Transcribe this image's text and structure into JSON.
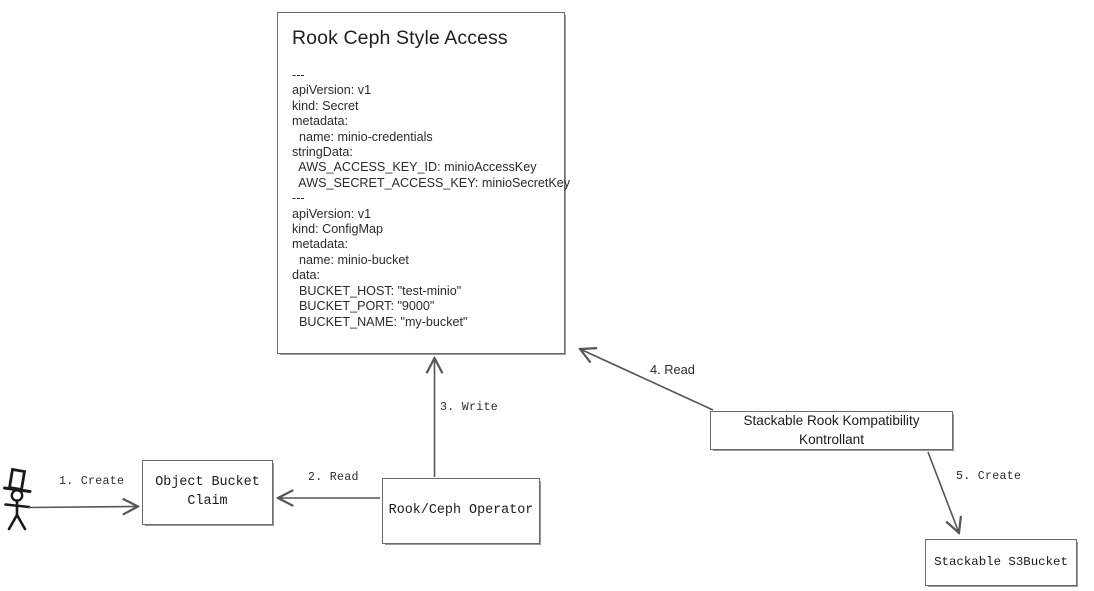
{
  "diagram": {
    "type": "flow-diagram",
    "title": "Rook Ceph Style Access flow",
    "background_color": "#ffffff",
    "line_color": "#555555",
    "box_border_color": "#6b6b6b"
  },
  "yaml_card": {
    "title": "Rook Ceph Style Access",
    "body": "---\napiVersion: v1\nkind: Secret\nmetadata:\n  name: minio-credentials\nstringData:\n  AWS_ACCESS_KEY_ID: minioAccessKey\n  AWS_SECRET_ACCESS_KEY: minioSecretKey\n---\napiVersion: v1\nkind: ConfigMap\nmetadata:\n  name: minio-bucket\ndata:\n  BUCKET_HOST: \"test-minio\"\n  BUCKET_PORT: \"9000\"\n  BUCKET_NAME: \"my-bucket\""
  },
  "nodes": {
    "actor": {
      "label": "",
      "icon": "stick-figure-with-top-hat"
    },
    "object_bucket_claim": {
      "label": "Object Bucket\nClaim"
    },
    "rook_ceph_operator": {
      "label": "Rook/Ceph Operator"
    },
    "srkk": {
      "label": "Stackable Rook Kompatibility Kontrollant"
    },
    "s3bucket": {
      "label": "Stackable S3Bucket"
    }
  },
  "edges": [
    {
      "id": "e1",
      "label": "1. Create",
      "from": "actor",
      "to": "object_bucket_claim"
    },
    {
      "id": "e2",
      "label": "2. Read",
      "from": "rook_ceph_operator",
      "to": "object_bucket_claim"
    },
    {
      "id": "e3",
      "label": "3. Write",
      "from": "rook_ceph_operator",
      "to": "yaml_card"
    },
    {
      "id": "e4",
      "label": "4. Read",
      "from": "srkk",
      "to": "yaml_card"
    },
    {
      "id": "e5",
      "label": "5. Create",
      "from": "srkk",
      "to": "s3bucket"
    }
  ]
}
